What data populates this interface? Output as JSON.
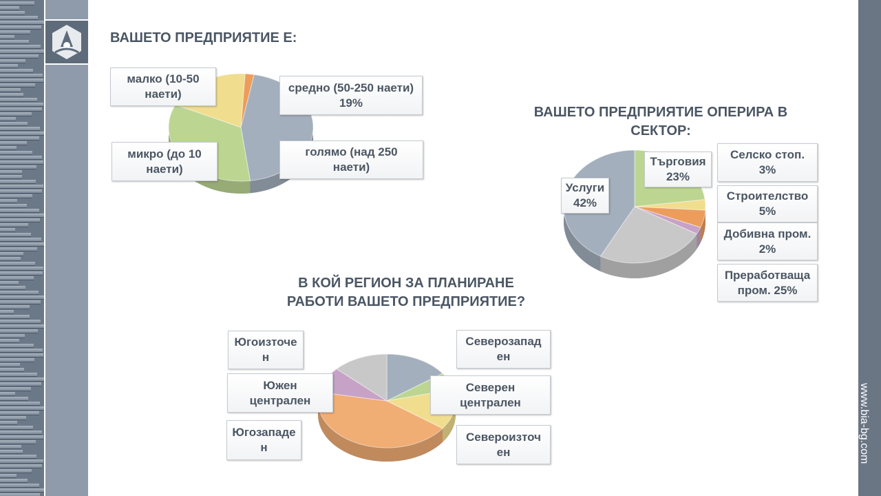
{
  "footer_url": "www.bia-bg.com",
  "chart_data": [
    {
      "type": "pie",
      "title": "ВАШЕТО ПРЕДПРИЯТИЕ  Е:",
      "labels": [
        "средно (50-250 наети)\n19%",
        "голямо (над 250\nнаети)",
        "микро (до 10\nнаети)",
        "малко (10-50\nнаети)"
      ],
      "values": [
        19,
        2,
        45,
        34
      ],
      "colors": [
        "#f1dd8e",
        "#ec9d5c",
        "#a3afbd",
        "#bcd692"
      ]
    },
    {
      "type": "pie",
      "title": "ВАШЕТО ПРЕДПРИЯТИЕ ОПЕРИРА В\nСЕКТОР:",
      "labels": [
        "Търговия\n23%",
        "Селско стоп.\n3%",
        "Строителство\n5%",
        "Добивна пром.\n2%",
        "Преработваща\nпром. 25%",
        "Услуги\n42%"
      ],
      "values": [
        23,
        3,
        5,
        2,
        25,
        42
      ],
      "colors": [
        "#bcd692",
        "#f1dd8e",
        "#ec9d5c",
        "#c7a2c7",
        "#c8c8c8",
        "#a3afbd"
      ]
    },
    {
      "type": "pie",
      "title": "В КОЙ РЕГИОН ЗА ПЛАНИРАНЕ\nРАБОТИ ВАШЕТО ПРЕДПРИЯТИЕ?",
      "labels": [
        "Северозапад\nен",
        "Северен\nцентрален",
        "Североизточ\nен",
        "Югозападе\nн",
        "Южен\nцентрален",
        "Югоизточе\nн"
      ],
      "values": [
        15,
        6,
        14,
        43,
        9,
        13
      ],
      "colors": [
        "#a3afbd",
        "#bcd692",
        "#f1dd8e",
        "#f0ad74",
        "#c7a2c7",
        "#c8c8c8"
      ]
    }
  ]
}
